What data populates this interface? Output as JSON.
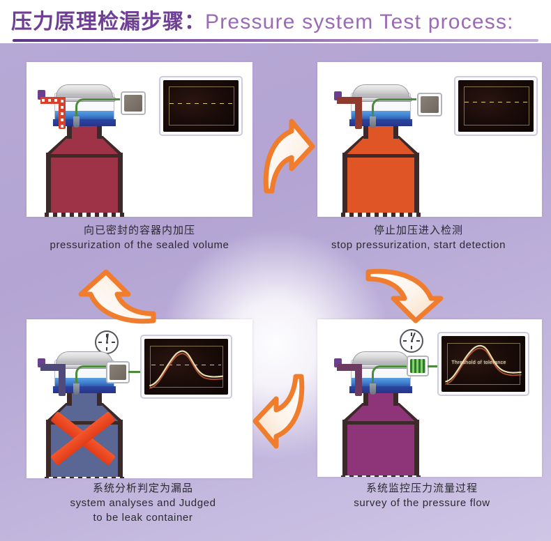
{
  "header": {
    "title_cn": "压力原理检漏步骤",
    "title_separator": "：",
    "title_en": "Pressure system Test process:"
  },
  "steps": [
    {
      "id": "step-1",
      "caption_cn": "向已密封的容器内加压",
      "caption_en": "pressurization of the sealed volume",
      "bottle_color": "#9e3347",
      "monitor_type": "flat-dashed-baseline",
      "has_gauge": false,
      "has_x_mark": false,
      "sensor_face": "grey",
      "screen_label": ""
    },
    {
      "id": "step-2",
      "caption_cn": "停止加压进入检测",
      "caption_en": "stop pressurization, start detection",
      "bottle_color": "#df5526",
      "monitor_type": "flat-dashed-baseline",
      "has_gauge": false,
      "has_x_mark": false,
      "sensor_face": "grey",
      "screen_label": ""
    },
    {
      "id": "step-3",
      "caption_cn": "系统分析判定为漏品",
      "caption_en": "system analyses and Judged",
      "caption_en2": "to be leak container",
      "bottle_color": "#5a6694",
      "monitor_type": "peak-decay-curve",
      "has_gauge": true,
      "has_x_mark": true,
      "sensor_face": "grey",
      "screen_label": ""
    },
    {
      "id": "step-4",
      "caption_cn": "系统监控压力流量过程",
      "caption_en": "survey of the pressure flow",
      "bottle_color": "#8e3478",
      "monitor_type": "peak-decay-curve",
      "has_gauge": true,
      "has_x_mark": false,
      "sensor_face": "green",
      "screen_label": "Threshold of tolerance"
    }
  ],
  "arrows": [
    {
      "id": "arrow-right",
      "direction": "right",
      "color": "#f07d2d"
    },
    {
      "id": "arrow-down",
      "direction": "down",
      "color": "#f07d2d"
    },
    {
      "id": "arrow-left",
      "direction": "left",
      "color": "#f07d2d"
    },
    {
      "id": "arrow-up",
      "direction": "up",
      "color": "#f07d2d"
    }
  ],
  "colors": {
    "background_lavender": "#b3a4d3",
    "title_purple": "#6f3f96",
    "title_purple_light": "#9b6ab5",
    "arrow_orange": "#f07d2d",
    "water_blue": "#3f7fd0",
    "x_red": "#e8431c"
  }
}
